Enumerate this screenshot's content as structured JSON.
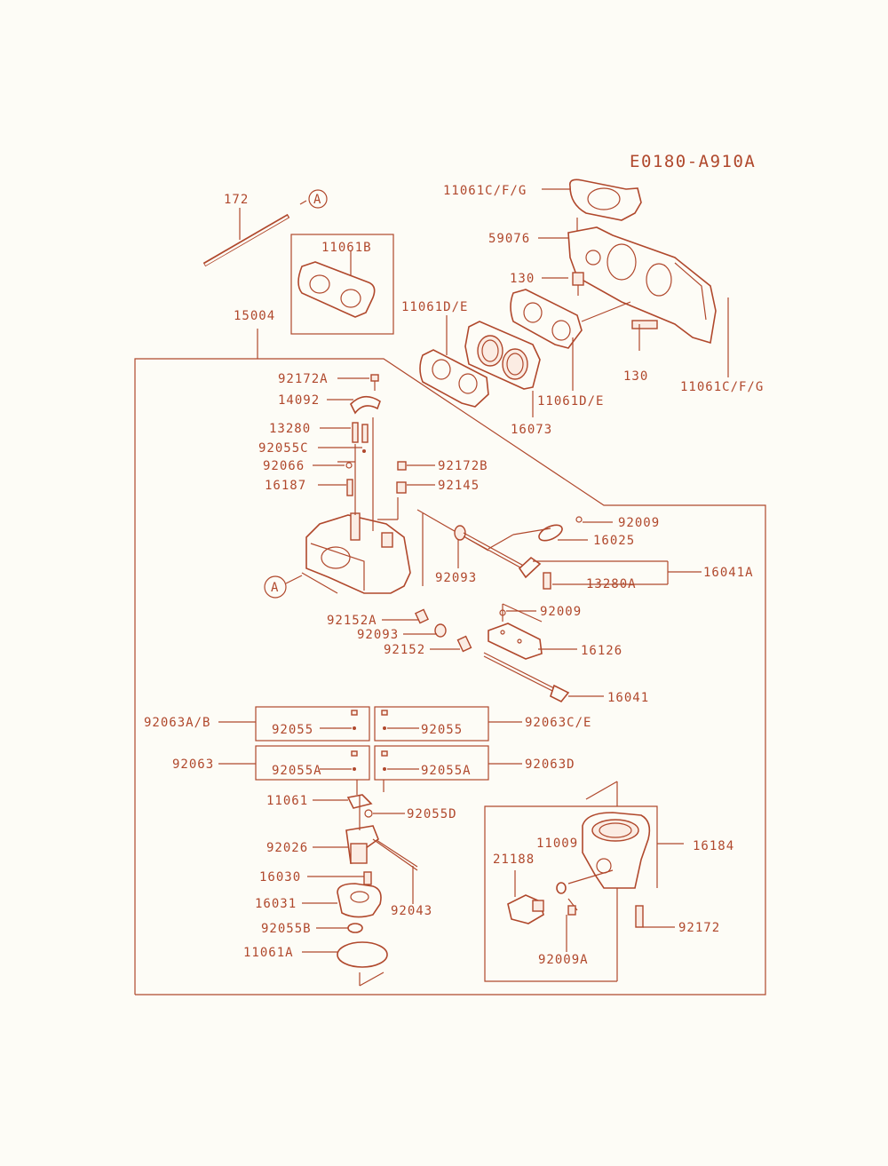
{
  "diagram_code": "E0180-A910A",
  "callout_ref": "A",
  "part_labels": {
    "p172": "172",
    "p11061B": "11061B",
    "p15004": "15004",
    "p11061CFG_top": "11061C/F/G",
    "p59076": "59076",
    "p130_a": "130",
    "p130_b": "130",
    "p11061DE_a": "11061D/E",
    "p11061DE_b": "11061D/E",
    "p11061CFG_right": "11061C/F/G",
    "p16073": "16073",
    "p92172A": "92172A",
    "p14092": "14092",
    "p13280": "13280",
    "p92055C": "92055C",
    "p92066": "92066",
    "p16187": "16187",
    "p92172B": "92172B",
    "p92145": "92145",
    "p92009_a": "92009",
    "p16025": "16025",
    "p92093_a": "92093",
    "p16041A": "16041A",
    "p13280A": "13280A",
    "p92009_b": "92009",
    "p92152A": "92152A",
    "p92093_b": "92093",
    "p92152": "92152",
    "p16126": "16126",
    "p16041": "16041",
    "p92063AB": "92063A/B",
    "p92055_a": "92055",
    "p92055_b": "92055",
    "p92063CE": "92063C/E",
    "p92063": "92063",
    "p92055A_a": "92055A",
    "p92055A_b": "92055A",
    "p92063D": "92063D",
    "p11061": "11061",
    "p92055D": "92055D",
    "p92026": "92026",
    "p16030": "16030",
    "p92043": "92043",
    "p16031": "16031",
    "p92055B": "92055B",
    "p11061A": "11061A",
    "p11009": "11009",
    "p21188": "21188",
    "p16184": "16184",
    "p92172": "92172",
    "p92009A": "92009A"
  },
  "colors": {
    "ink": "#b0482c",
    "paper": "#fdfcf6"
  }
}
